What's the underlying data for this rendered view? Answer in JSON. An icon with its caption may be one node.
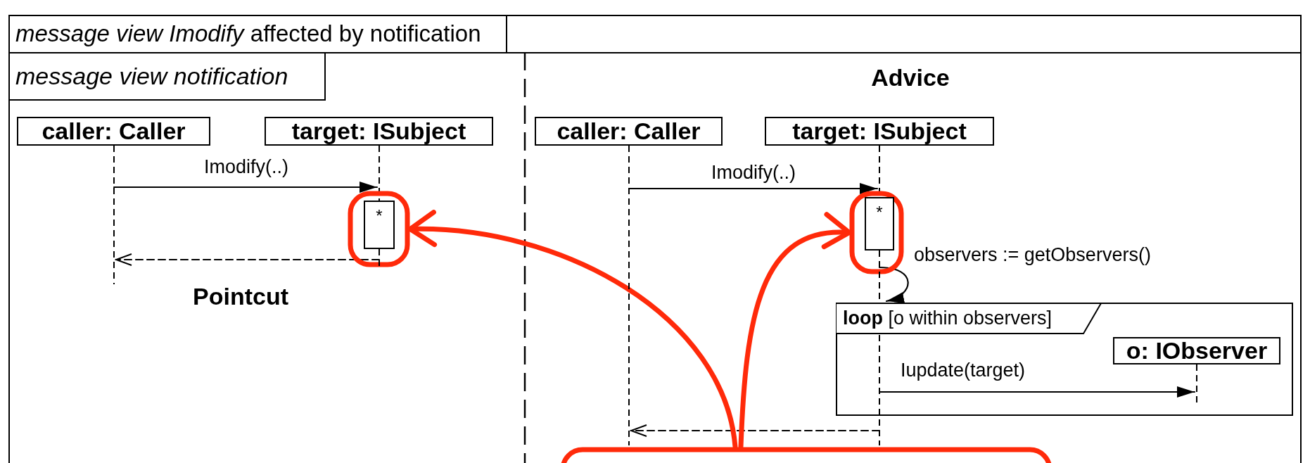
{
  "diagram": {
    "nodes": [
      {
        "text": [
          "*message view Imodify* affected by notification"
        ]
      },
      {
        "text": [
          "message view notification"
        ],
        "in": 0
      },
      {
        "text": [
          "caller: Caller"
        ],
        "in": 1
      },
      {
        "text": [
          "target: ISubject"
        ],
        "in": 1
      },
      {
        "text": [],
        "shape": "line",
        "in": 1
      },
      {
        "text": [],
        "shape": "line",
        "in": 1
      },
      {
        "text": [],
        "shape": "box",
        "in": 1
      },
      {
        "text": [
          "*"
        ],
        "in": 6
      },
      {
        "text": [],
        "shape": "line",
        "in": 1
      },
      {
        "text": [
          "caller: Caller"
        ],
        "in": 1
      },
      {
        "text": [
          "target: ISubject"
        ],
        "in": 1
      },
      {
        "text": [],
        "shape": "line",
        "in": 1
      },
      {
        "text": [],
        "shape": "line",
        "in": 1
      },
      {
        "text": [],
        "shape": "box",
        "in": 1
      },
      {
        "text": [
          "*"
        ],
        "in": 13
      },
      {
        "text": [],
        "shape": "line",
        "in": 1
      },
      {
        "text": [
          "**loop** [o within observers]"
        ],
        "in": 1
      },
      {
        "text": [
          "o: IObserver"
        ],
        "in": 16
      },
      {
        "text": [],
        "shape": "line",
        "in": 16
      },
      {
        "text": [],
        "shape": "box",
        "in": 1
      }
    ],
    "edges": [
      {
        "from": 4,
        "to": 5,
        "arrow": "to",
        "label": "Imodify(..)"
      },
      {
        "from": 8,
        "to": 4,
        "arrow": "to",
        "style": "dashed"
      },
      {
        "from": 11,
        "to": 12,
        "arrow": "to",
        "label": "Imodify(..)"
      },
      {
        "from": 15,
        "to": 16,
        "arrow": "to",
        "label": "observers := getObservers()"
      },
      {
        "from": 15,
        "to": 18,
        "arrow": "to",
        "label": "Iupdate(target)"
      },
      {
        "from": 15,
        "to": 11,
        "arrow": "to",
        "style": "dashed"
      },
      {
        "from": 19,
        "to": 6,
        "arrow": "to",
        "style": "thick",
        "color": "#ff2a0a"
      },
      {
        "from": 19,
        "to": 13,
        "arrow": "to",
        "style": "thick",
        "color": "#ff2a0a"
      }
    ],
    "labels": [
      "Advice",
      "Pointcut"
    ]
  }
}
